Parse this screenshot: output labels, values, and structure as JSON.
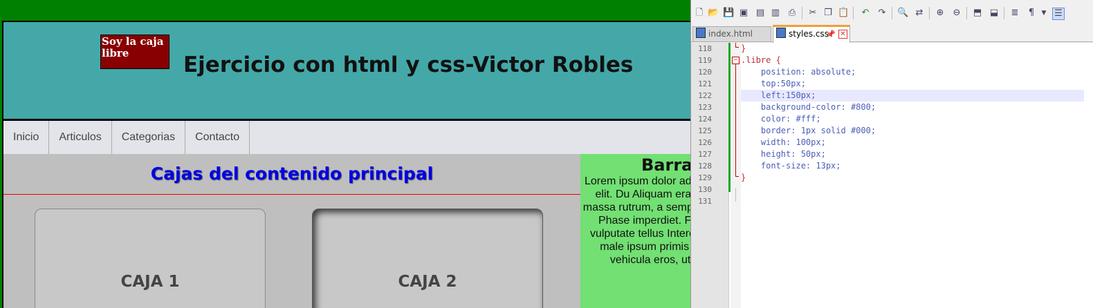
{
  "browser_page": {
    "free_box": "Soy la caja libre",
    "site_title": "Ejercicio con html y css-Victor Robles",
    "nav": [
      "Inicio",
      "Articulos",
      "Categorias",
      "Contacto"
    ],
    "main_title": "Cajas del contenido principal",
    "boxes": [
      "CAJA 1",
      "CAJA 2"
    ],
    "sidebar": {
      "title": "Barra",
      "text": "Lorem ipsum dolor adipiscing elit. Du Aliquam erat volu massa rutrum, a semper odio. Phase imperdiet. Fusce vulputate tellus Interdum et male ipsum primis in fa vehicula eros, ut m"
    }
  },
  "editor": {
    "tabs": [
      {
        "label": "index.html",
        "active": false
      },
      {
        "label": "styles.css",
        "active": true
      }
    ],
    "lines": [
      {
        "num": "118",
        "code": "}"
      },
      {
        "num": "119",
        "code": ".libre {"
      },
      {
        "num": "120",
        "code": "    position: absolute;"
      },
      {
        "num": "121",
        "code": "    top:50px;"
      },
      {
        "num": "122",
        "code": "    left:150px;"
      },
      {
        "num": "123",
        "code": "    background-color: #800;"
      },
      {
        "num": "124",
        "code": "    color: #fff;"
      },
      {
        "num": "125",
        "code": "    border: 1px solid #000;"
      },
      {
        "num": "126",
        "code": "    width: 100px;"
      },
      {
        "num": "127",
        "code": "    height: 50px;"
      },
      {
        "num": "128",
        "code": "    font-size: 13px;"
      },
      {
        "num": "129",
        "code": "}"
      },
      {
        "num": "130",
        "code": ""
      },
      {
        "num": "131",
        "code": ""
      }
    ],
    "highlighted_line": "122",
    "toolbar_icons": [
      "new-file-icon",
      "open-file-icon",
      "save-icon",
      "save-all-icon",
      "close-icon",
      "close-all-icon",
      "print-icon",
      "cut-icon",
      "copy-icon",
      "paste-icon",
      "undo-icon",
      "redo-icon",
      "find-icon",
      "replace-icon",
      "zoom-in-icon",
      "zoom-out-icon",
      "sync-v-icon",
      "sync-h-icon",
      "word-wrap-icon",
      "show-all-chars-icon",
      "indent-guide-icon"
    ]
  },
  "colors": {
    "outer_bg": "#008000",
    "header_bg": "#44a8a8",
    "free_box_bg": "#880000",
    "nav_bg": "#e2e4e9",
    "main_title": "#0000e6",
    "sidebar_bg": "#72e072",
    "content_bg": "#bfbfbf"
  }
}
